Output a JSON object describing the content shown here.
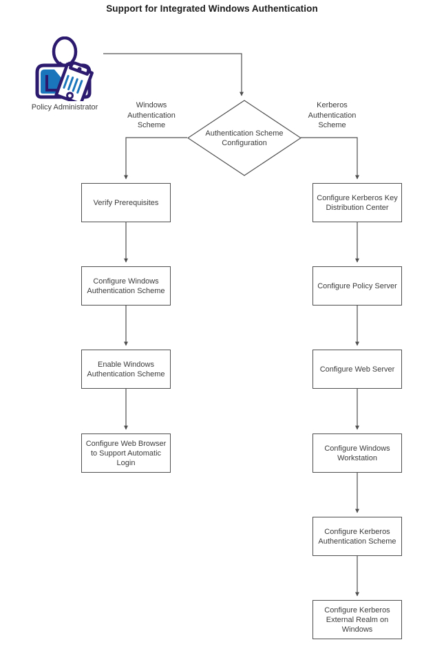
{
  "diagram": {
    "title": "Support for Integrated Windows Authentication",
    "type": "flowchart",
    "colors": {
      "stroke": "#4d4d4d",
      "text": "#3a3a3a",
      "title_text": "#1a1a1a",
      "background": "#ffffff",
      "actor_outline": "#2b1a6e",
      "actor_fill": "#1b75bb"
    },
    "actor": {
      "icon": "policy-administrator-icon",
      "label": "Policy Administrator"
    },
    "decision": {
      "label": "Authentication Scheme Configuration",
      "line1": "Authentication Scheme",
      "line2": "Configuration"
    },
    "branch_labels": {
      "left": "Windows\nAuthentication\nScheme",
      "right": "Kerberos\nAuthentication\nScheme"
    },
    "left_branch": [
      {
        "label": "Verify Prerequisites"
      },
      {
        "label": "Configure Windows Authentication Scheme"
      },
      {
        "label": "Enable Windows Authentication Scheme"
      },
      {
        "label": "Configure Web Browser to Support Automatic Login"
      }
    ],
    "right_branch": [
      {
        "label": "Configure Kerberos Key Distribution Center"
      },
      {
        "label": "Configure Policy Server"
      },
      {
        "label": "Configure Web Server"
      },
      {
        "label": "Configure Windows Workstation"
      },
      {
        "label": "Configure Kerberos Authentication Scheme"
      },
      {
        "label": "Configure Kerberos External Realm on Windows"
      }
    ]
  }
}
